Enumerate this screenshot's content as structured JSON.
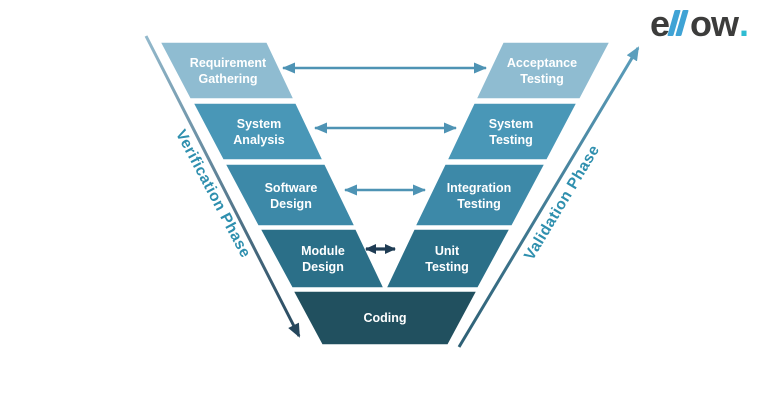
{
  "brand": {
    "logo_e": "e",
    "logo_ow": "ow",
    "logo_dot": ".",
    "slash_color": "#3fa3d5",
    "dot_color": "#2fbcd2",
    "text_color": "#3c3c3b"
  },
  "diagram": {
    "verification_label": "Verification Phase",
    "validation_label": "Validation Phase",
    "steps": {
      "left": [
        {
          "line1": "Requirement",
          "line2": "Gathering"
        },
        {
          "line1": "System",
          "line2": "Analysis"
        },
        {
          "line1": "Software",
          "line2": "Design"
        },
        {
          "line1": "Module",
          "line2": "Design"
        }
      ],
      "right": [
        {
          "line1": "Acceptance",
          "line2": "Testing"
        },
        {
          "line1": "System",
          "line2": "Testing"
        },
        {
          "line1": "Integration",
          "line2": "Testing"
        },
        {
          "line1": "Unit",
          "line2": "Testing"
        }
      ],
      "base": "Coding"
    },
    "palette": {
      "level1": "#8fbcd1",
      "level2": "#4997b7",
      "level3": "#3d89a8",
      "level4": "#2b6f88",
      "base": "#21505f",
      "arrow": "#4e93b4",
      "arrow_dark": "#1f3c54",
      "phase_text": "#2e8fae"
    }
  }
}
